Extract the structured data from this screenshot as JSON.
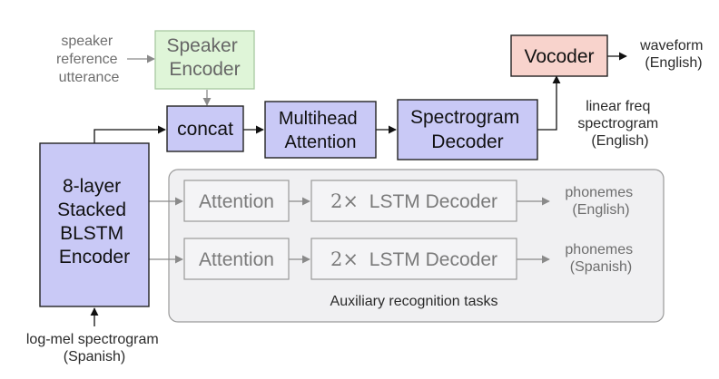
{
  "colors": {
    "main_box_fill": "#c9c9f6",
    "speaker_fill": "#dff5d8",
    "vocoder_fill": "#f8d3cc",
    "aux_panel_fill": "#f0f0f2",
    "aux_box_fill": "#f4f4f6",
    "faded_text": "#7a7a7a"
  },
  "inputs": {
    "speaker_ref_lines": [
      "speaker",
      "reference",
      "utterance"
    ],
    "log_mel_lines": [
      "log-mel spectrogram",
      "(Spanish)"
    ]
  },
  "blocks": {
    "speaker_encoder_lines": [
      "Speaker",
      "Encoder"
    ],
    "concat": "concat",
    "multihead_lines": [
      "Multihead",
      "Attention"
    ],
    "spectrogram_decoder_lines": [
      "Spectrogram",
      "Decoder"
    ],
    "vocoder": "Vocoder",
    "blstm_lines": [
      "8-layer",
      "Stacked",
      "BLSTM",
      "Encoder"
    ]
  },
  "outputs": {
    "waveform_lines": [
      "waveform",
      "(English)"
    ],
    "linear_freq_lines": [
      "linear freq",
      "spectrogram",
      "(English)"
    ]
  },
  "auxiliary": {
    "caption": "Auxiliary recognition tasks",
    "rows": [
      {
        "attention": "Attention",
        "decoder_prefix": "2×",
        "decoder": "LSTM Decoder",
        "output_lines": [
          "phonemes",
          "(English)"
        ]
      },
      {
        "attention": "Attention",
        "decoder_prefix": "2×",
        "decoder": "LSTM Decoder",
        "output_lines": [
          "phonemes",
          "(Spanish)"
        ]
      }
    ]
  }
}
